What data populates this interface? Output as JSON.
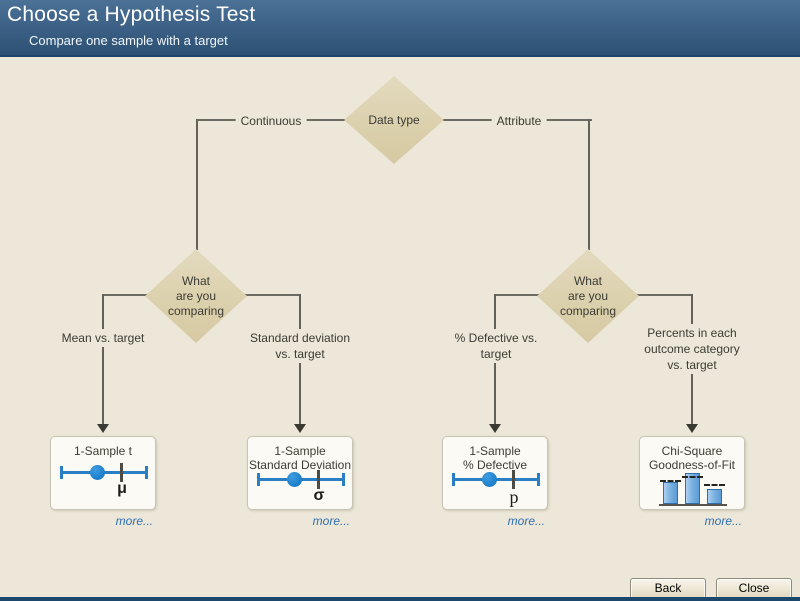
{
  "header": {
    "title": "Choose a Hypothesis Test",
    "subtitle": "Compare one sample with a target"
  },
  "tree": {
    "root_diamond": {
      "label": "Data type"
    },
    "root_branches": {
      "left": "Continuous",
      "right": "Attribute"
    },
    "comparison_diamonds": {
      "left": "What\nare you\ncomparing",
      "right": "What\nare you\ncomparing"
    },
    "branch_labels": {
      "mean": "Mean vs. target",
      "stdev": "Standard deviation\nvs. target",
      "defective": "% Defective vs.\ntarget",
      "percents": "Percents in each\noutcome category\nvs. target"
    },
    "cards": [
      {
        "title": "1-Sample t",
        "symbol": "μ",
        "icon": "one-sample-mean-plot-icon",
        "more_label": "more..."
      },
      {
        "title": "1-Sample\nStandard Deviation",
        "symbol": "σ",
        "icon": "one-sample-stdev-plot-icon",
        "more_label": "more..."
      },
      {
        "title": "1-Sample\n% Defective",
        "symbol": "p",
        "icon": "one-sample-proportion-plot-icon",
        "more_label": "more..."
      },
      {
        "title": "Chi-Square\nGoodness-of-Fit",
        "icon": "bar-chart-with-targets-icon",
        "more_label": "more..."
      }
    ]
  },
  "footer": {
    "back_label": "Back",
    "close_label": "Close"
  },
  "colors": {
    "header_top": "#4b7196",
    "header_bottom": "#2d5174",
    "canvas_background": "#ece7d8",
    "diamond_fill": "#dcd2b0",
    "connector_gray": "#62625a",
    "accent_blue": "#2a7fc4",
    "link_blue": "#2e6fb2"
  }
}
